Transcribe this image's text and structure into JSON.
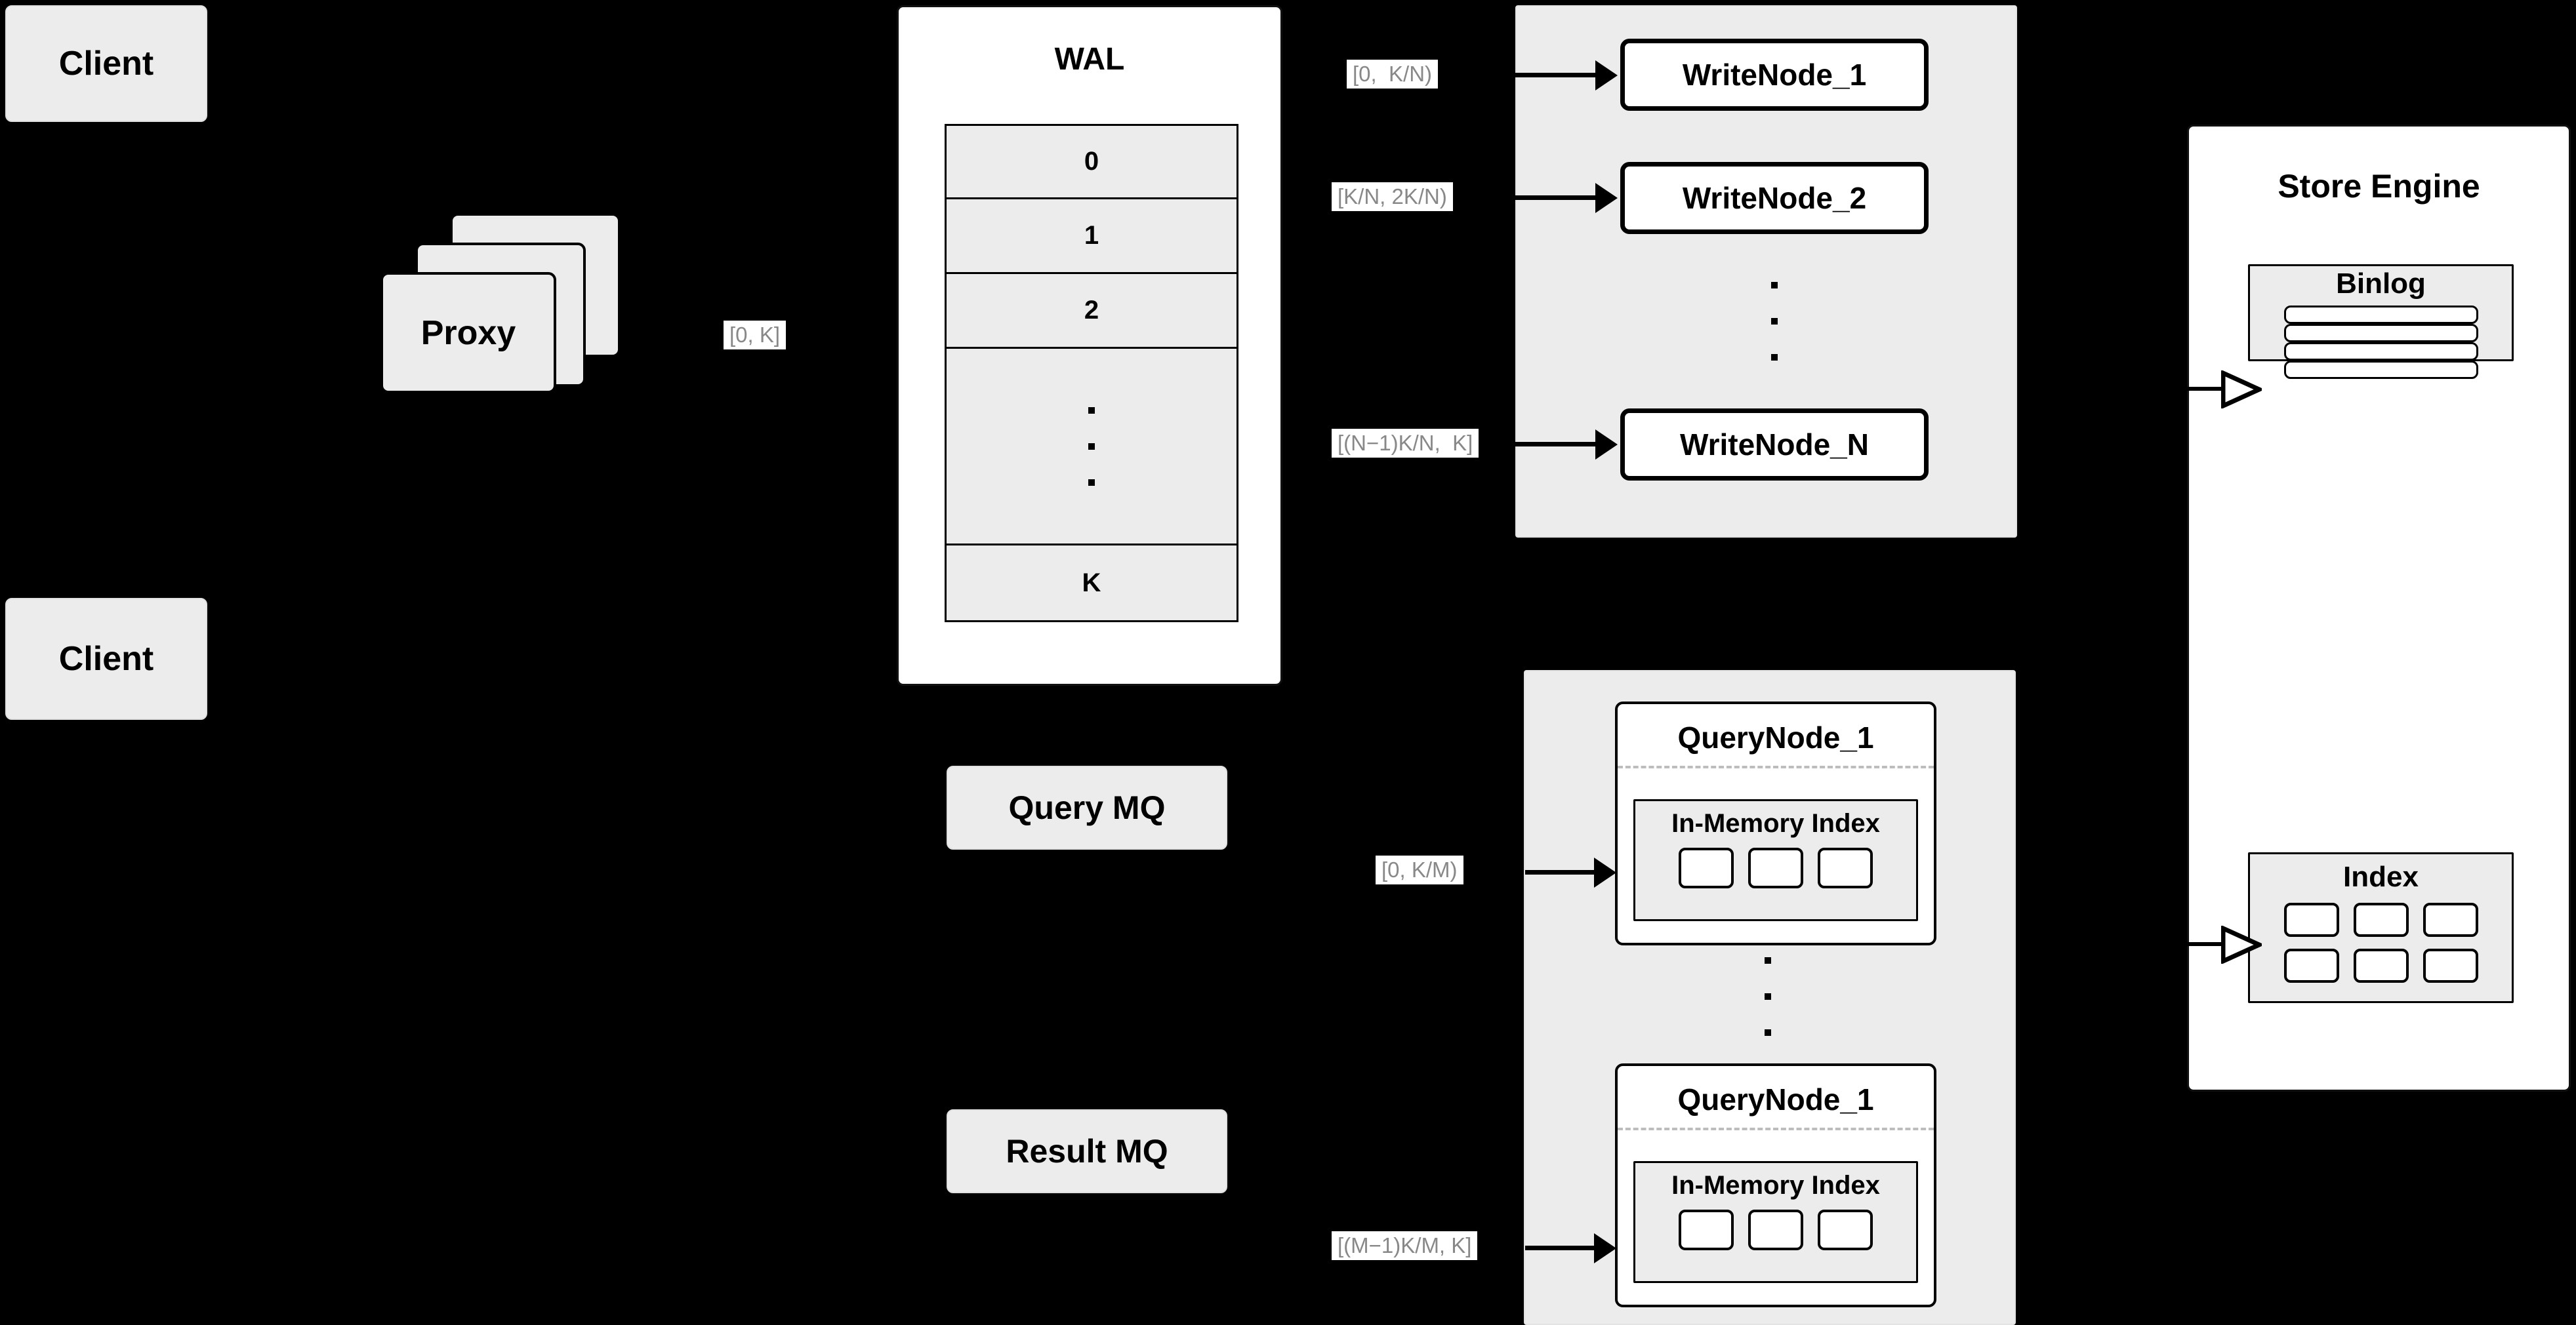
{
  "diagram": {
    "title": "Distributed Vector Database Write/Query Path",
    "background_color": "#000000",
    "node_fill": "#ececec",
    "panel_fill": "#ffffff",
    "label_text_color": "#888888",
    "stroke_color": "#000000"
  },
  "clients": [
    {
      "label": "Client"
    },
    {
      "label": "Client"
    }
  ],
  "proxy": {
    "label": "Proxy",
    "stack_count": 3
  },
  "proxy_range_label": "[0, K]",
  "wal": {
    "title": "WAL",
    "cells": [
      {
        "label": "0"
      },
      {
        "label": "1"
      },
      {
        "label": "2"
      },
      {
        "label": "",
        "is_ellipsis": true
      },
      {
        "label": "K"
      }
    ]
  },
  "write_group": {
    "nodes": [
      {
        "label": "WriteNode_1",
        "range": "[0,  K/N)"
      },
      {
        "label": "WriteNode_2",
        "range": "[K/N, 2K/N)"
      },
      {
        "label": "WriteNode_N",
        "range": "[(N−1)K/N,  K]"
      }
    ],
    "ellipsis_dots": 3
  },
  "query_group": {
    "nodes": [
      {
        "label": "QueryNode_1",
        "range": "[0, K/M)",
        "index": {
          "title": "In-Memory Index",
          "chip_count": 3
        }
      },
      {
        "label": "QueryNode_1",
        "range": "[(M−1)K/M, K]",
        "index": {
          "title": "In-Memory Index",
          "chip_count": 3
        }
      }
    ],
    "ellipsis_dots": 3
  },
  "message_queues": [
    {
      "label": "Query MQ"
    },
    {
      "label": "Result MQ"
    }
  ],
  "store_engine": {
    "title": "Store Engine",
    "binlog": {
      "title": "Binlog",
      "bar_count": 4
    },
    "index": {
      "title": "Index",
      "chip_count": 6,
      "rows": 2,
      "cols": 3
    }
  }
}
